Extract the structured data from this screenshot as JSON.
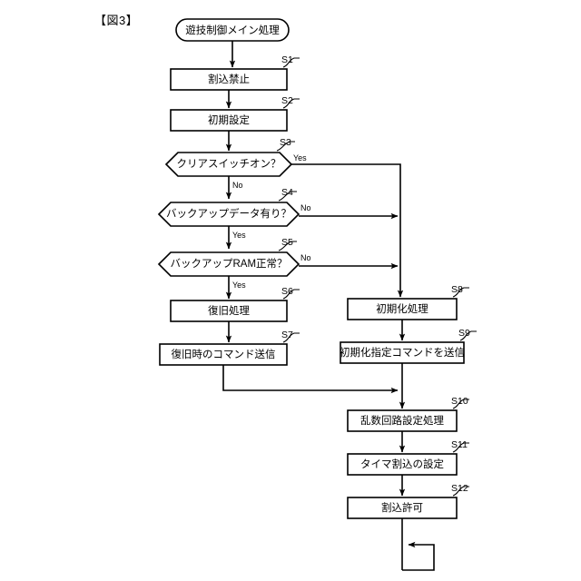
{
  "figure": {
    "label": "【図3】"
  },
  "flowchart": {
    "type": "flowchart",
    "start": {
      "id": "start",
      "shape": "terminator",
      "label": "遊技制御メイン処理"
    },
    "nodes": [
      {
        "id": "S1",
        "step": "S1",
        "shape": "process",
        "label": "割込禁止"
      },
      {
        "id": "S2",
        "step": "S2",
        "shape": "process",
        "label": "初期設定"
      },
      {
        "id": "S3",
        "step": "S3",
        "shape": "decision",
        "label": "クリアスイッチオン？"
      },
      {
        "id": "S4",
        "step": "S4",
        "shape": "decision",
        "label": "バックアップデータ有り？"
      },
      {
        "id": "S5",
        "step": "S5",
        "shape": "decision",
        "label": "バックアップRAM正常？"
      },
      {
        "id": "S6",
        "step": "S6",
        "shape": "process",
        "label": "復旧処理"
      },
      {
        "id": "S7",
        "step": "S7",
        "shape": "process",
        "label": "復旧時のコマンド送信"
      },
      {
        "id": "S8",
        "step": "S8",
        "shape": "process",
        "label": "初期化処理"
      },
      {
        "id": "S9",
        "step": "S9",
        "shape": "process",
        "label": "初期化指定コマンドを送信"
      },
      {
        "id": "S10",
        "step": "S10",
        "shape": "process",
        "label": "乱数回路設定処理"
      },
      {
        "id": "S11",
        "step": "S11",
        "shape": "process",
        "label": "タイマ割込の設定"
      },
      {
        "id": "S12",
        "step": "S12",
        "shape": "process",
        "label": "割込許可"
      }
    ],
    "branch_labels": {
      "s3_yes": "Yes",
      "s3_no": "No",
      "s4_no": "No",
      "s4_yes": "Yes",
      "s5_no": "No",
      "s5_yes": "Yes"
    },
    "edges": [
      {
        "from": "start",
        "to": "S1",
        "label": ""
      },
      {
        "from": "S1",
        "to": "S2",
        "label": ""
      },
      {
        "from": "S2",
        "to": "S3",
        "label": ""
      },
      {
        "from": "S3",
        "to": "S8",
        "label": "Yes"
      },
      {
        "from": "S3",
        "to": "S4",
        "label": "No"
      },
      {
        "from": "S4",
        "to": "S8",
        "label": "No"
      },
      {
        "from": "S4",
        "to": "S5",
        "label": "Yes"
      },
      {
        "from": "S5",
        "to": "S8",
        "label": "No"
      },
      {
        "from": "S5",
        "to": "S6",
        "label": "Yes"
      },
      {
        "from": "S6",
        "to": "S7",
        "label": ""
      },
      {
        "from": "S7",
        "to": "S10",
        "label": ""
      },
      {
        "from": "S8",
        "to": "S9",
        "label": ""
      },
      {
        "from": "S9",
        "to": "S10",
        "label": ""
      },
      {
        "from": "S10",
        "to": "S11",
        "label": ""
      },
      {
        "from": "S11",
        "to": "S12",
        "label": ""
      },
      {
        "from": "S12",
        "to": "loop",
        "label": ""
      }
    ]
  },
  "colors": {
    "stroke": "#000000",
    "fill": "#ffffff",
    "text": "#000000"
  }
}
